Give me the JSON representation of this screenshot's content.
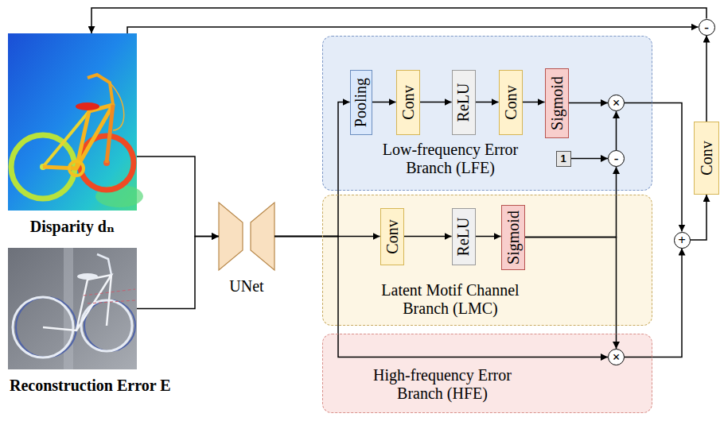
{
  "diagram": {
    "nodes": [
      {
        "text": [
          "Disparity dₙ"
        ]
      },
      {
        "text": [
          "Reconstruction Error E"
        ]
      },
      {
        "text": [
          "UNet"
        ]
      },
      {
        "text": [
          "Low-frequency Error Branch (LFE)"
        ]
      },
      {
        "text": [
          "Pooling"
        ],
        "in": 3
      },
      {
        "text": [
          "Conv"
        ],
        "in": 3
      },
      {
        "text": [
          "ReLU"
        ],
        "in": 3
      },
      {
        "text": [
          "Conv"
        ],
        "in": 3
      },
      {
        "text": [
          "Sigmoid"
        ],
        "in": 3
      },
      {
        "text": [
          "×"
        ],
        "in": 3
      },
      {
        "text": [
          "1"
        ],
        "in": 3
      },
      {
        "text": [
          "-"
        ],
        "in": 3
      },
      {
        "text": [
          "Latent Motif Channel Branch (LMC)"
        ]
      },
      {
        "text": [
          "Conv"
        ],
        "in": 12
      },
      {
        "text": [
          "ReLU"
        ],
        "in": 12
      },
      {
        "text": [
          "Sigmoid"
        ],
        "in": 12
      },
      {
        "text": [
          "High-frequency Error Branch (HFE)"
        ]
      },
      {
        "text": [
          "×"
        ],
        "in": 16
      },
      {
        "text": [
          "+"
        ]
      },
      {
        "text": [
          "Conv"
        ]
      },
      {
        "text": [
          "-"
        ]
      }
    ],
    "edges": [
      {
        "from": 0,
        "to": 2,
        "arrow": "to"
      },
      {
        "from": 1,
        "to": 2,
        "arrow": "to"
      },
      {
        "from": 2,
        "to": 13,
        "arrow": "to"
      },
      {
        "from": 2,
        "to": 4,
        "arrow": "to"
      },
      {
        "from": 2,
        "to": 17,
        "arrow": "to"
      },
      {
        "from": 4,
        "to": 5,
        "arrow": "to"
      },
      {
        "from": 5,
        "to": 6,
        "arrow": "to"
      },
      {
        "from": 6,
        "to": 7,
        "arrow": "to"
      },
      {
        "from": 7,
        "to": 8,
        "arrow": "to"
      },
      {
        "from": 8,
        "to": 9,
        "arrow": "to"
      },
      {
        "from": 10,
        "to": 11,
        "arrow": "to"
      },
      {
        "from": 11,
        "to": 9,
        "arrow": "to"
      },
      {
        "from": 13,
        "to": 14,
        "arrow": "to"
      },
      {
        "from": 14,
        "to": 15,
        "arrow": "to"
      },
      {
        "from": 15,
        "to": 11,
        "arrow": "to"
      },
      {
        "from": 15,
        "to": 17,
        "arrow": "to"
      },
      {
        "from": 9,
        "to": 18,
        "arrow": "to"
      },
      {
        "from": 17,
        "to": 18,
        "arrow": "to"
      },
      {
        "from": 18,
        "to": 19,
        "arrow": "to"
      },
      {
        "from": 19,
        "to": 20,
        "arrow": "to"
      },
      {
        "from": 0,
        "to": 20,
        "arrow": "to"
      },
      {
        "from": 20,
        "to": 0,
        "arrow": "to"
      }
    ]
  }
}
